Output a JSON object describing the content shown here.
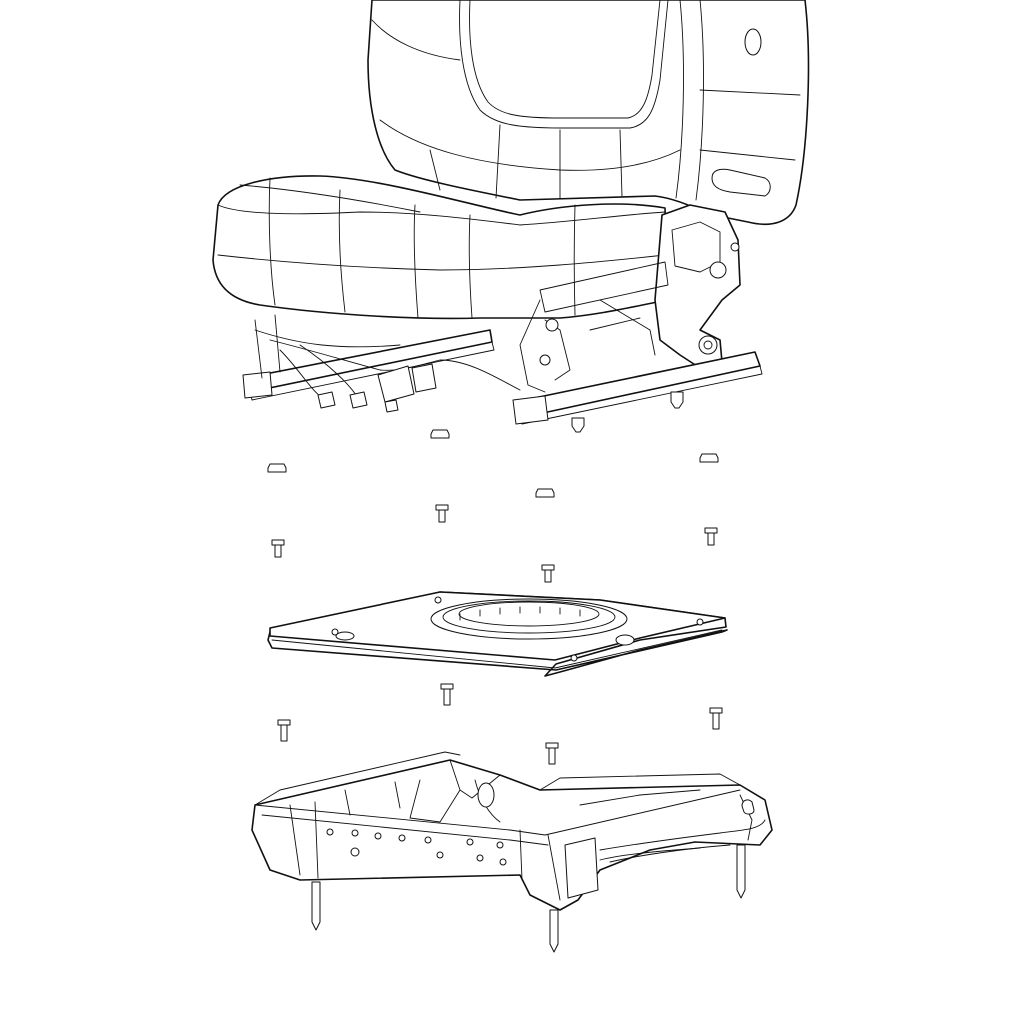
{
  "diagram": {
    "kind": "exploded-view line drawing",
    "line_color": "#111111",
    "background": "#ffffff",
    "components": [
      {
        "name": "seat-assembly",
        "icon": "seat-icon"
      },
      {
        "name": "hex-nut",
        "count": 4,
        "icon": "nut-icon"
      },
      {
        "name": "bolt-upper",
        "count": 4,
        "icon": "bolt-icon"
      },
      {
        "name": "swivel-plate",
        "icon": "swivel-plate-icon"
      },
      {
        "name": "bolt-lower",
        "count": 4,
        "icon": "bolt-icon"
      },
      {
        "name": "seat-riser",
        "icon": "riser-icon"
      }
    ]
  }
}
